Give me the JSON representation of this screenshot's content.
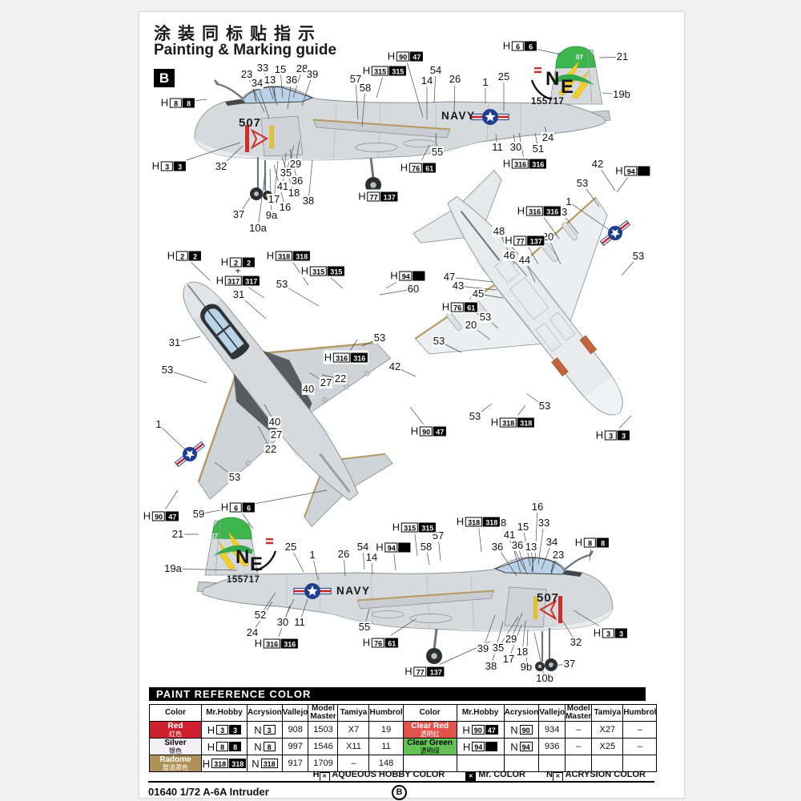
{
  "page": {
    "title_cn": "涂装同标贴指示",
    "title_en": "Painting & Marking guide",
    "sheet_letter": "B",
    "footer_text": "01640 1/72 A-6A Intruder",
    "footer_page_letter": "B"
  },
  "decals": {
    "modex_nose": "507",
    "navy_text": "NAVY",
    "tail_code_n": "N",
    "tail_code_e": "E",
    "buno": "155717",
    "fin_cap_number": "07",
    "colors": {
      "green_fin": "#3eb64e",
      "yellow_bolt": "#f2cf25",
      "red_marking": "#d22c26",
      "roundel_blue": "#1e3f8f"
    }
  },
  "views": [
    {
      "id": "side-view-top",
      "callouts": [
        [
          "23",
          308,
          93,
          330,
          140
        ],
        [
          "33",
          328,
          85,
          341,
          124
        ],
        [
          "34",
          321,
          104,
          336,
          148
        ],
        [
          "13",
          337,
          100,
          346,
          131
        ],
        [
          "15",
          350,
          87,
          353,
          122
        ],
        [
          "36",
          364,
          100,
          359,
          136
        ],
        [
          "28",
          377,
          86,
          366,
          122
        ],
        [
          "39",
          390,
          93,
          377,
          132
        ],
        [
          "57",
          444,
          99,
          447,
          149
        ],
        [
          "58",
          456,
          110,
          452,
          158
        ],
        [
          "14",
          533,
          101,
          533,
          149
        ],
        [
          "54",
          544,
          88,
          542,
          128
        ],
        [
          "26",
          568,
          99,
          567,
          139
        ],
        [
          "1",
          606,
          103,
          606,
          129
        ],
        [
          "25",
          629,
          96,
          629,
          139
        ],
        [
          "21",
          777,
          71,
          748,
          72
        ],
        [
          "19b",
          776,
          118,
          752,
          116
        ],
        [
          "24",
          684,
          172,
          680,
          158
        ],
        [
          "51",
          672,
          186,
          668,
          166
        ],
        [
          "30",
          644,
          184,
          641,
          168
        ],
        [
          "11",
          621,
          184,
          619,
          168
        ],
        [
          "55",
          546,
          190,
          544,
          166
        ],
        [
          "32",
          276,
          208,
          303,
          182
        ],
        [
          "29",
          369,
          205,
          374,
          176
        ],
        [
          "35",
          357,
          216,
          367,
          181
        ],
        [
          "36",
          371,
          226,
          362,
          186
        ],
        [
          "41",
          353,
          233,
          357,
          191
        ],
        [
          "18",
          367,
          241,
          352,
          196
        ],
        [
          "17",
          342,
          249,
          347,
          201
        ],
        [
          "16",
          356,
          259,
          342,
          206
        ],
        [
          "9a",
          339,
          269,
          337,
          211
        ],
        [
          "10a",
          322,
          285,
          331,
          216
        ],
        [
          "37",
          298,
          268,
          312,
          247
        ],
        [
          "38",
          385,
          251,
          390,
          200
        ]
      ],
      "chips": [
        [
          "8",
          "8",
          222,
          128,
          258,
          124
        ],
        [
          "3",
          "3",
          211,
          207,
          300,
          178
        ],
        [
          "315",
          "315",
          480,
          88,
          470,
          122
        ],
        [
          "90",
          "47",
          506,
          70,
          528,
          146
        ],
        [
          "6",
          "6",
          649,
          57,
          700,
          68
        ],
        [
          "76",
          "61",
          522,
          209,
          536,
          181
        ],
        [
          "316",
          "316",
          655,
          204,
          648,
          166
        ],
        [
          "77",
          "137",
          472,
          245,
          467,
          236
        ]
      ]
    },
    {
      "id": "top-view",
      "callouts": [
        [
          "31",
          298,
          368,
          332,
          398
        ],
        [
          "31",
          218,
          428,
          250,
          420
        ],
        [
          "53",
          352,
          355,
          398,
          382
        ],
        [
          "53",
          209,
          462,
          258,
          478
        ],
        [
          "53",
          474,
          422,
          452,
          432
        ],
        [
          "53",
          293,
          596,
          268,
          577
        ],
        [
          "27",
          407,
          478,
          386,
          465
        ],
        [
          "22",
          425,
          473,
          402,
          468
        ],
        [
          "40",
          385,
          486,
          362,
          470
        ],
        [
          "40",
          343,
          527,
          330,
          505
        ],
        [
          "27",
          345,
          543,
          326,
          518
        ],
        [
          "22",
          338,
          561,
          322,
          532
        ],
        [
          "1",
          198,
          530,
          232,
          562
        ],
        [
          "59",
          248,
          642,
          408,
          612
        ],
        [
          "60",
          516,
          361,
          474,
          368
        ],
        [
          "+",
          297,
          338
        ]
      ],
      "chips": [
        [
          "2",
          "2",
          230,
          319,
          262,
          350
        ],
        [
          "2",
          "2",
          297,
          327
        ],
        [
          "317",
          "317",
          297,
          350,
          330,
          372
        ],
        [
          "318",
          "318",
          360,
          319,
          385,
          356
        ],
        [
          "315",
          "315",
          403,
          338,
          428,
          360
        ],
        [
          "94",
          "",
          509,
          344,
          482,
          360
        ],
        [
          "316",
          "316",
          432,
          446,
          446,
          424
        ],
        [
          "90",
          "47",
          201,
          644,
          222,
          612
        ],
        [
          "6",
          "6",
          297,
          633,
          316,
          660
        ]
      ]
    },
    {
      "id": "bottom-view",
      "callouts": [
        [
          "42",
          746,
          205,
          768,
          238
        ],
        [
          "53",
          727,
          229,
          748,
          258
        ],
        [
          "1",
          710,
          252,
          762,
          288
        ],
        [
          "53",
          701,
          265,
          722,
          292
        ],
        [
          "48",
          623,
          289,
          642,
          330
        ],
        [
          "20",
          684,
          296,
          700,
          330
        ],
        [
          "46",
          636,
          319,
          658,
          345
        ],
        [
          "44",
          655,
          325,
          668,
          352
        ],
        [
          "53",
          797,
          320,
          776,
          344
        ],
        [
          "47",
          561,
          346,
          616,
          352
        ],
        [
          "43",
          572,
          357,
          620,
          362
        ],
        [
          "45",
          597,
          367,
          628,
          372
        ],
        [
          "20",
          588,
          406,
          612,
          424
        ],
        [
          "53",
          606,
          396,
          622,
          410
        ],
        [
          "53",
          548,
          426,
          576,
          440
        ],
        [
          "42",
          493,
          458,
          519,
          470
        ],
        [
          "53",
          593,
          520,
          614,
          504
        ],
        [
          "53",
          680,
          507,
          658,
          492
        ]
      ],
      "chips": [
        [
          "94",
          "",
          790,
          213,
          770,
          240
        ],
        [
          "316",
          "316",
          673,
          263,
          698,
          298
        ],
        [
          "77",
          "137",
          655,
          300,
          672,
          330
        ],
        [
          "76",
          "61",
          574,
          383,
          606,
          396
        ],
        [
          "318",
          "318",
          640,
          527,
          656,
          506
        ],
        [
          "90",
          "47",
          535,
          538,
          512,
          508
        ],
        [
          "3",
          "3",
          765,
          543,
          788,
          519
        ]
      ]
    },
    {
      "id": "side-view-bottom",
      "callouts": [
        [
          "16",
          671,
          633,
          668,
          700
        ],
        [
          "33",
          679,
          653,
          672,
          705
        ],
        [
          "15",
          653,
          658,
          662,
          707
        ],
        [
          "28",
          625,
          653,
          655,
          711
        ],
        [
          "41",
          636,
          668,
          650,
          715
        ],
        [
          "36",
          621,
          683,
          645,
          719
        ],
        [
          "36",
          646,
          681,
          658,
          717
        ],
        [
          "13",
          663,
          683,
          666,
          714
        ],
        [
          "34",
          689,
          677,
          676,
          711
        ],
        [
          "23",
          697,
          693,
          688,
          717
        ],
        [
          "57",
          547,
          669,
          550,
          700
        ],
        [
          "58",
          532,
          683,
          536,
          705
        ],
        [
          "54",
          453,
          683,
          455,
          711
        ],
        [
          "14",
          464,
          696,
          465,
          717
        ],
        [
          "26",
          429,
          692,
          431,
          719
        ],
        [
          "1",
          390,
          693,
          397,
          724
        ],
        [
          "25",
          363,
          683,
          379,
          714
        ],
        [
          "21",
          222,
          667,
          248,
          667
        ],
        [
          "19a",
          216,
          710,
          296,
          712
        ],
        [
          "52",
          325,
          768,
          344,
          740
        ],
        [
          "30",
          353,
          777,
          367,
          748
        ],
        [
          "11",
          374,
          777,
          384,
          748
        ],
        [
          "24",
          315,
          790,
          340,
          751
        ],
        [
          "55",
          455,
          783,
          461,
          760
        ],
        [
          "39",
          603,
          810,
          618,
          768
        ],
        [
          "35",
          622,
          809,
          647,
          770
        ],
        [
          "29",
          638,
          798,
          652,
          765
        ],
        [
          "18",
          652,
          814,
          656,
          775
        ],
        [
          "17",
          635,
          823,
          651,
          780
        ],
        [
          "38",
          613,
          832,
          628,
          776
        ],
        [
          "9b",
          657,
          833,
          659,
          786
        ],
        [
          "10b",
          680,
          847,
          667,
          790
        ],
        [
          "37",
          711,
          829,
          689,
          831
        ],
        [
          "32",
          719,
          802,
          700,
          771
        ]
      ],
      "chips": [
        [
          "315",
          "315",
          517,
          658,
          521,
          694
        ],
        [
          "318",
          "318",
          597,
          651,
          601,
          689
        ],
        [
          "8",
          "8",
          739,
          677,
          736,
          700
        ],
        [
          "94",
          "",
          491,
          683,
          494,
          712
        ],
        [
          "3",
          "3",
          762,
          790,
          716,
          762
        ],
        [
          "77",
          "137",
          530,
          838,
          612,
          801
        ],
        [
          "76",
          "61",
          475,
          802,
          520,
          772
        ],
        [
          "316",
          "316",
          345,
          803,
          362,
          756
        ]
      ]
    }
  ],
  "paint_table": {
    "title": "PAINT  REFERENCE COLOR",
    "columns": [
      "Color",
      "Mr.Hobby",
      "Acrysion",
      "Vallejo",
      "Model Master",
      "Tamiya",
      "Humbrol"
    ],
    "halves": [
      {
        "rows": [
          {
            "name": "Red",
            "cn": "红色",
            "bg": "#cf2030",
            "fg": "#ffffff",
            "hobby": [
              "3",
              "3"
            ],
            "acrysion": "3",
            "vallejo": "908",
            "model_master": "1503",
            "tamiya": "X7",
            "humbrol": "19"
          },
          {
            "name": "Silver",
            "cn": "银色",
            "bg": "#f3f1f6",
            "fg": "#000000",
            "hobby": [
              "8",
              "8"
            ],
            "acrysion": "8",
            "vallejo": "997",
            "model_master": "1546",
            "tamiya": "X11",
            "humbrol": "11"
          },
          {
            "name": "Radome",
            "cn": "整流罩色",
            "bg": "#b09155",
            "fg": "#ffffff",
            "hobby": [
              "318",
              "318"
            ],
            "acrysion": "318",
            "vallejo": "917",
            "model_master": "1709",
            "tamiya": "–",
            "humbrol": "148"
          }
        ]
      },
      {
        "rows": [
          {
            "name": "Clear Red",
            "cn": "透明红",
            "bg": "#e2534b",
            "fg": "#ffffff",
            "hobby": [
              "90",
              "47"
            ],
            "acrysion": "90",
            "vallejo": "934",
            "model_master": "–",
            "tamiya": "X27",
            "humbrol": "–"
          },
          {
            "name": "Clear Green",
            "cn": "透明绿",
            "bg": "#63c253",
            "fg": "#000000",
            "hobby": [
              "94",
              ""
            ],
            "acrysion": "94",
            "vallejo": "936",
            "model_master": "–",
            "tamiya": "X25",
            "humbrol": "–"
          },
          {
            "name": "",
            "cn": "",
            "bg": "#ffffff",
            "fg": "#000000",
            "hobby": null,
            "acrysion": null,
            "vallejo": "",
            "model_master": "",
            "tamiya": "",
            "humbrol": ""
          }
        ]
      }
    ]
  },
  "legend": {
    "items": [
      {
        "prefix": "H",
        "box": "white",
        "mark": "✕",
        "label": "AQUEOUS HOBBY COLOR"
      },
      {
        "prefix": "",
        "box": "black",
        "mark": "✕",
        "label": "Mr. COLOR"
      },
      {
        "prefix": "N",
        "box": "white",
        "mark": "✕",
        "label": "ACRYSION COLOR"
      }
    ]
  }
}
